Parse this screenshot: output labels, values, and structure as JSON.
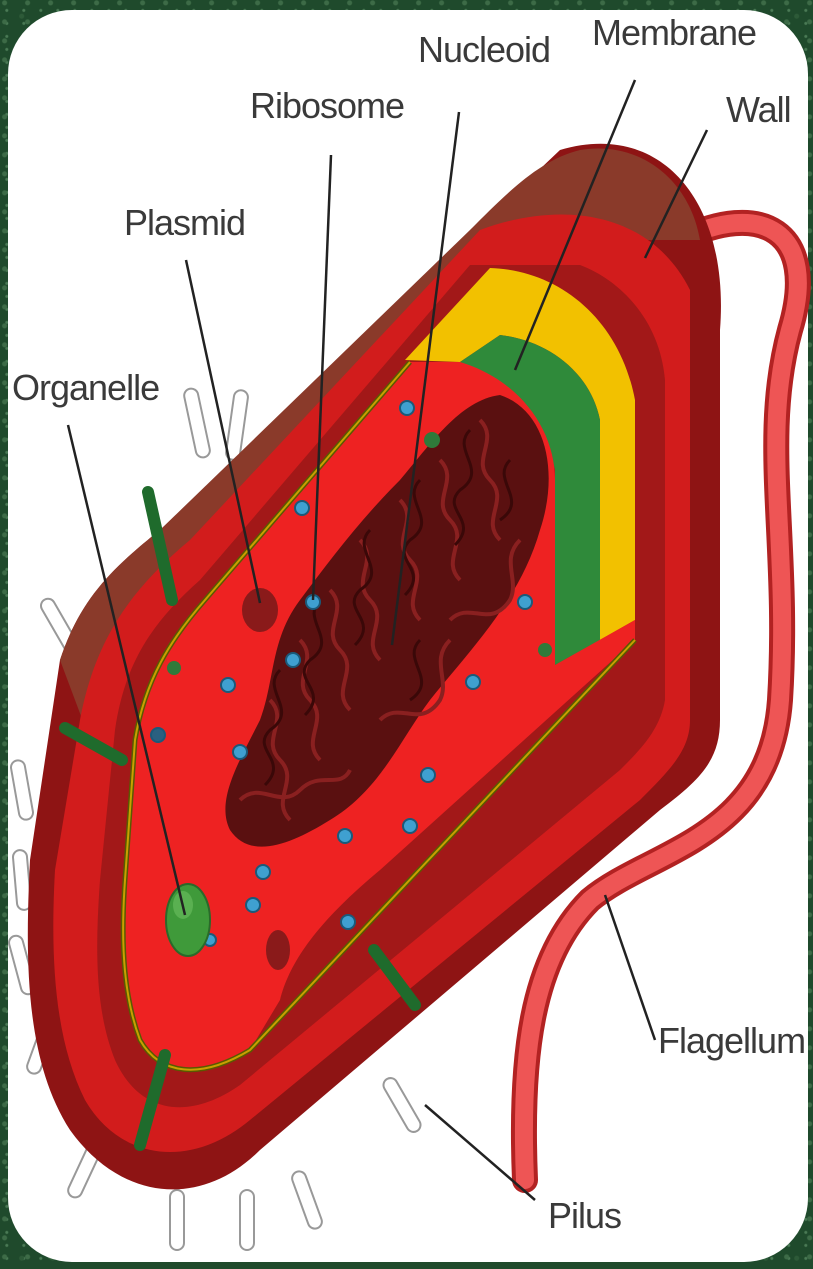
{
  "diagram": {
    "labels": {
      "membrane": "Membrane",
      "nucleoid": "Nucleoid",
      "ribosome": "Ribosome",
      "wall": "Wall",
      "plasmid": "Plasmid",
      "organelle": "Organelle",
      "flagellum": "Flagellum",
      "pilus": "Pilus"
    },
    "colors": {
      "wall_outer": "#9b1b1b",
      "wall_dark": "#6e1010",
      "wall_shadow": "#7a3a2a",
      "capsule": "#d92020",
      "cytoplasm": "#ee2222",
      "yellow_layer": "#f2c100",
      "green_layer": "#2f8a3a",
      "nucleoid": "#5a1010",
      "ribosome": "#3fa0d0",
      "organelle": "#3f9a3a",
      "flagellum": "#ee5555",
      "pilus": "#ffffff",
      "pin": "#1f6b2c"
    }
  }
}
